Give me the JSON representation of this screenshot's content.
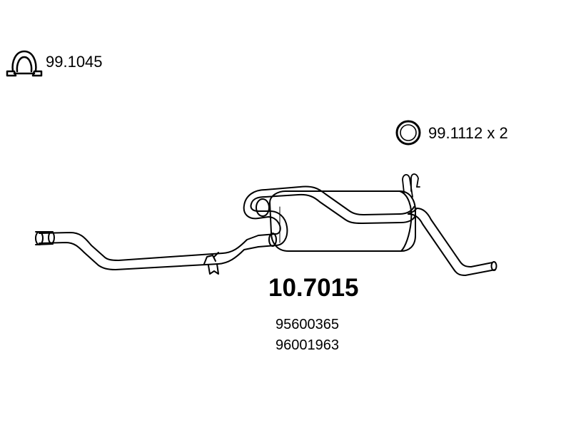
{
  "accessories": {
    "clamp": {
      "icon": "pipe-clamp-icon",
      "code": "99.1045"
    },
    "gasket": {
      "icon": "ring-gasket-icon",
      "code_text": "99.1112  x 2"
    }
  },
  "part": {
    "number": "10.7015",
    "oem_references": [
      "95600365",
      "96001963"
    ]
  },
  "colors": {
    "line": "#000000",
    "background": "#ffffff"
  }
}
